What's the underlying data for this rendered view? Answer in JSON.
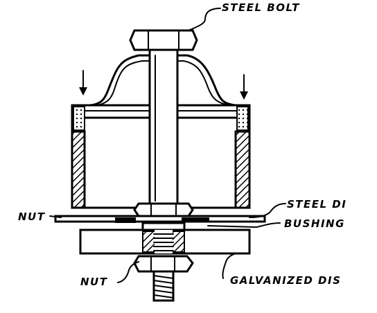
{
  "labels": {
    "steel_bolt": "STEEL BOLT",
    "nut_top": "NUT",
    "steel_disc": "STEEL DI",
    "bushing": "BUSHING",
    "galvanized_disc": "GALVANIZED DIS",
    "nut_bottom": "NUT"
  }
}
